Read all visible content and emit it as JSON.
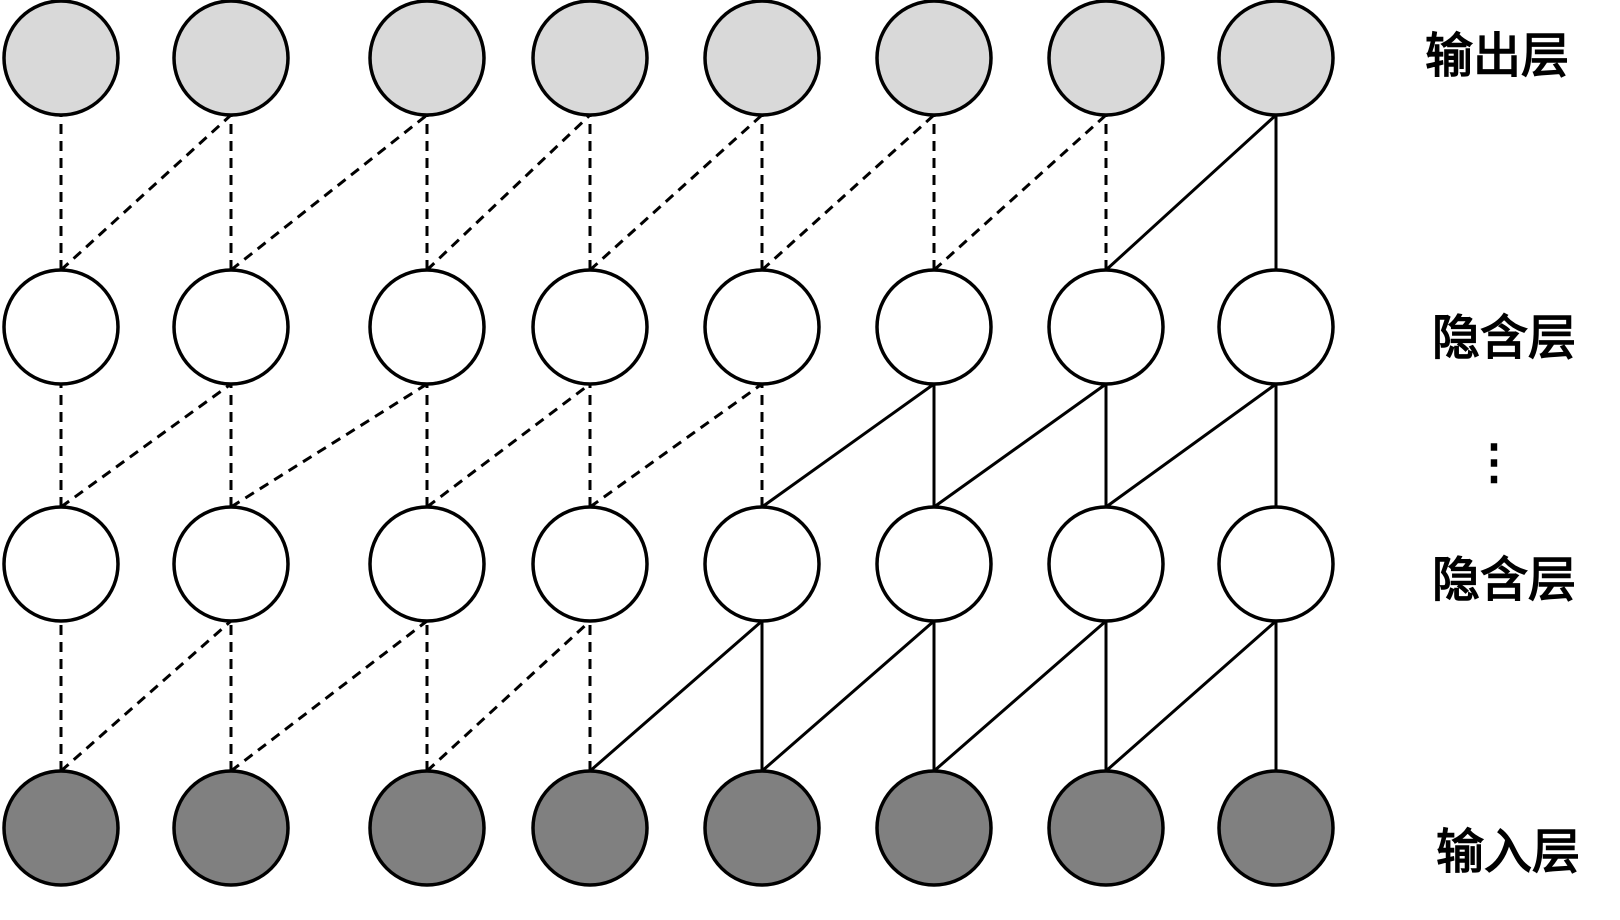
{
  "layers": [
    {
      "id": "output",
      "label": "输出层",
      "fill": "#d9d9d9"
    },
    {
      "id": "hidden2",
      "label": "隐含层",
      "fill": "#ffffff"
    },
    {
      "id": "hidden1",
      "label": "隐含层",
      "fill": "#ffffff"
    },
    {
      "id": "input",
      "label": "输入层",
      "fill": "#808080"
    }
  ],
  "ellipsis": "⋮",
  "nodes_per_layer": 8,
  "colors": {
    "stroke": "#000000",
    "background": "#ffffff"
  }
}
